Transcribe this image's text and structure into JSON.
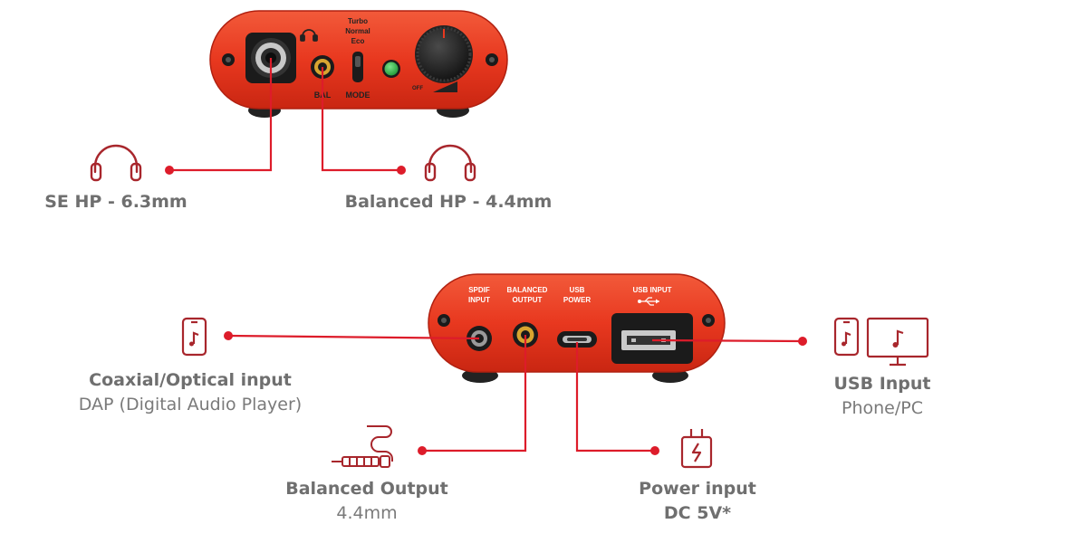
{
  "front_panel": {
    "mode_options": [
      "Turbo",
      "Normal",
      "Eco"
    ],
    "headphone_symbol": "headphones-icon",
    "bal_label": "BAL",
    "mode_label": "MODE",
    "knob_label": "OFF"
  },
  "rear_panel": {
    "spdif_label_1": "SPDIF",
    "spdif_label_2": "INPUT",
    "balanced_label_1": "BALANCED",
    "balanced_label_2": "OUTPUT",
    "usb_power_label_1": "USB",
    "usb_power_label_2": "POWER",
    "usb_input_label": "USB INPUT"
  },
  "labels": {
    "se_hp": "SE HP - 6.3mm",
    "balanced_hp": "Balanced HP - 4.4mm",
    "coaxial_title": "Coaxial/Optical input",
    "coaxial_sub": "DAP (Digital Audio Player)",
    "balanced_out_title": "Balanced Output",
    "balanced_out_sub": "4.4mm",
    "power_title": "Power input",
    "power_sub": "DC 5V*",
    "usb_title": "USB Input",
    "usb_sub": "Phone/PC"
  },
  "icons": {
    "headphones": "headphones-icon",
    "phone_music": "phone-music-icon",
    "monitor_music": "monitor-music-icon",
    "cable": "balanced-cable-icon",
    "power_plug": "power-plug-icon"
  },
  "colors": {
    "device_red": "#e8381f",
    "callout_red": "#dd1c2a",
    "icon_red": "#a8262c",
    "label_gray": "#6f6f6f",
    "power_led": "#2fb84a"
  }
}
